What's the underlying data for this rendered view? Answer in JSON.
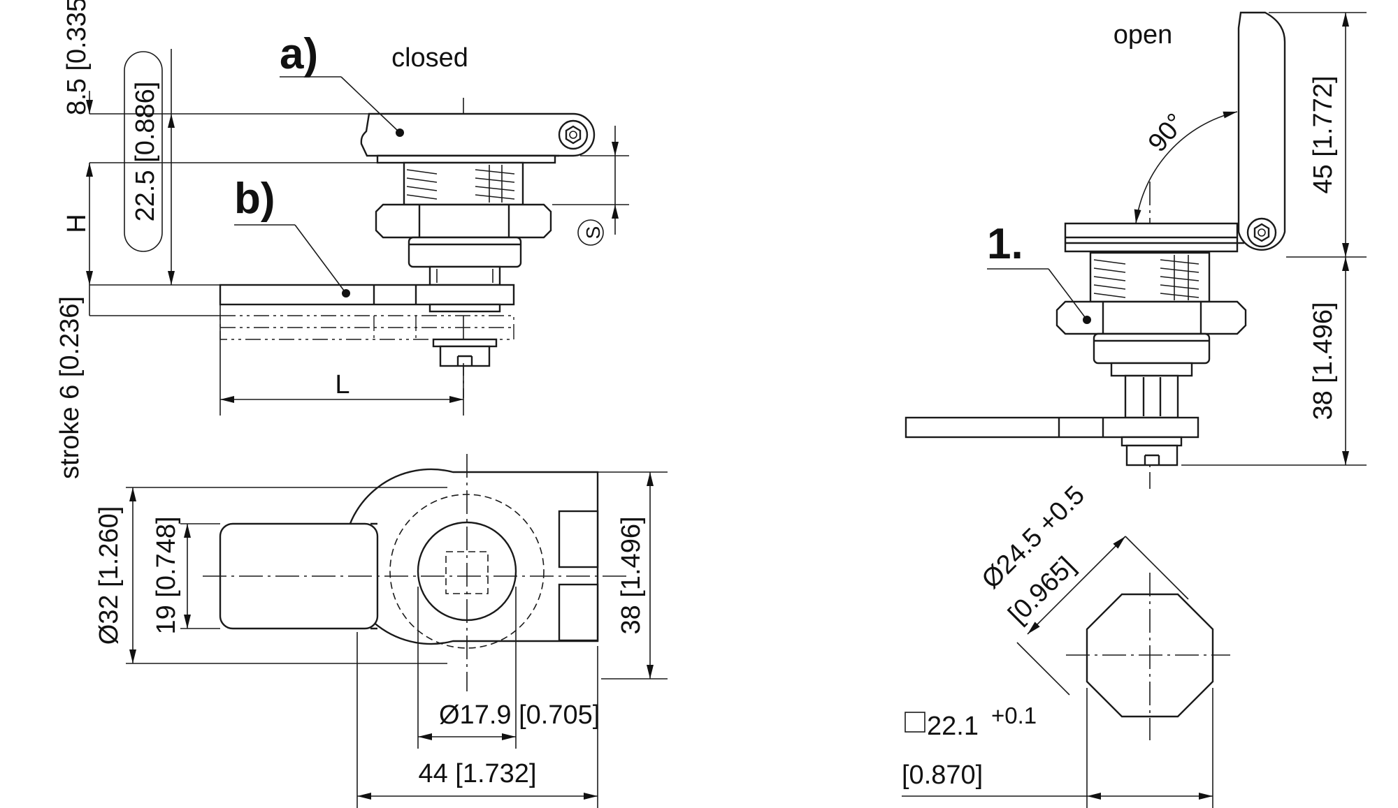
{
  "labels": {
    "a": "a)",
    "b": "b)",
    "one": "1.",
    "closed": "closed",
    "open": "open",
    "angle": "90°",
    "s": "S",
    "h": "H",
    "l": "L"
  },
  "dims": {
    "d8_5": "8.5 [0.335]",
    "d22_5": "22.5 [0.886]",
    "stroke": "stroke 6 [0.236]",
    "d32": "Ø32 [1.260]",
    "d19": "19 [0.748]",
    "d38_front": "38 [1.496]",
    "d17_9": "Ø17.9 [0.705]",
    "d44": "44 [1.732]",
    "d45": "45 [1.772]",
    "d38_side": "38 [1.496]",
    "d24_5": "Ø24.5 +0.5",
    "d24_5_in": "[0.965]",
    "sq": "22.1",
    "sq_tol": "+0.1",
    "sq_in": "[0.870]"
  }
}
